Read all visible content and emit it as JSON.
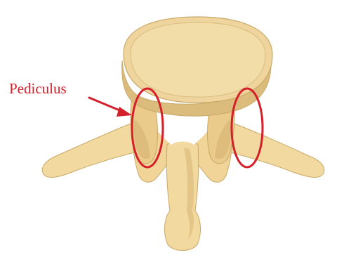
{
  "diagram": {
    "annotation_label": "Pediculus",
    "colors": {
      "bone_fill": "#f2d9a0",
      "bone_shadow": "#dcbc7c",
      "bone_light": "#f8e6bb",
      "bone_outline": "#c9a968",
      "annotation": "#d4202a"
    },
    "highlighted_structures": [
      "left-pedicle",
      "right-pedicle"
    ]
  }
}
